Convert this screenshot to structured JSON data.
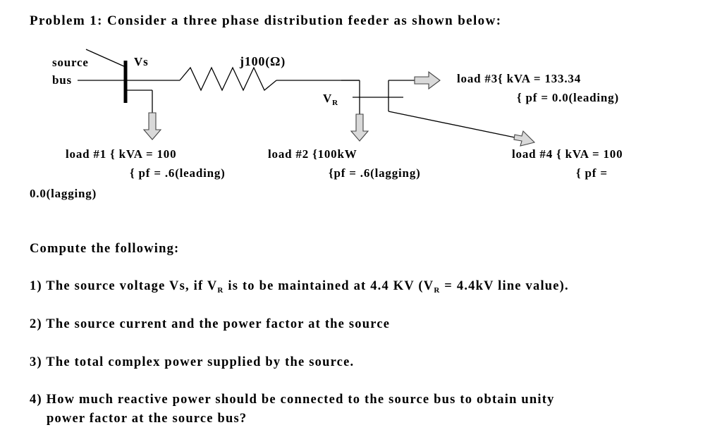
{
  "title": "Problem 1: Consider a three phase distribution feeder as shown below:",
  "diagram": {
    "source_label": "source",
    "bus_label": "bus",
    "vs_label": "Vs",
    "impedance_label": "j100(Ω)",
    "vr_label": "V",
    "vr_sub": "R",
    "load1_line1": "load #1  { kVA = 100",
    "load1_line2": "{ pf = .6(leading)",
    "load1_overflow": "0.0(lagging)",
    "load2_line1": "load #2 {100kW",
    "load2_line2": "{pf = .6(lagging)",
    "load3_line1": "load #3{  kVA = 133.34",
    "load3_line2": "{ pf = 0.0(leading)",
    "load4_line1": "load #4  { kVA = 100",
    "load4_line2": "{ pf ="
  },
  "questions": {
    "heading": "Compute the following:",
    "q1_a": "1) The source voltage Vs, if V",
    "q1_sub1": "R",
    "q1_b": " is to be maintained at 4.4 KV (V",
    "q1_sub2": "R",
    "q1_c": " = 4.4kV line value).",
    "q2": "2) The source current and the power factor at the source",
    "q3": "3) The total complex power supplied by the source.",
    "q4_line1": "4) How much reactive power should be connected to the source bus to obtain unity",
    "q4_line2": "power factor at the source bus?"
  }
}
